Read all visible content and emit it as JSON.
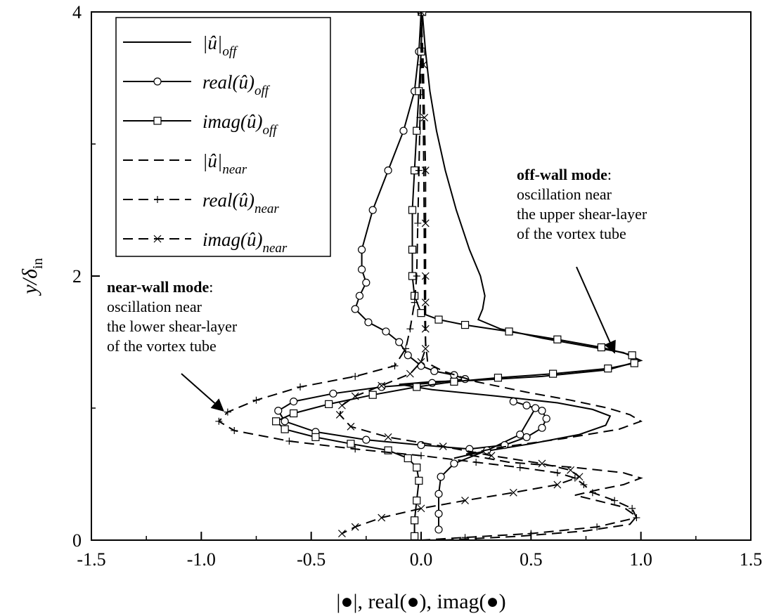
{
  "chart_data": {
    "type": "line",
    "xlabel": "|●|, real(●), imag(●)",
    "ylabel": "y/δ",
    "ylabel_sub": "in",
    "xlim": [
      -1.5,
      1.5
    ],
    "ylim": [
      0,
      4
    ],
    "xticks": [
      "-1.5",
      "-1.0",
      "-0.5",
      "0.0",
      "0.5",
      "1.0",
      "1.5"
    ],
    "yticks": [
      "0",
      "2",
      "4"
    ],
    "grid": false,
    "legend_position": "top-left",
    "series": [
      {
        "name": "|û|off",
        "label_main": "|û|",
        "label_sub": "off",
        "linestyle": "solid",
        "marker": "none",
        "points": [
          [
            0.005,
            4.0
          ],
          [
            0.02,
            3.7
          ],
          [
            0.04,
            3.4
          ],
          [
            0.07,
            3.1
          ],
          [
            0.11,
            2.8
          ],
          [
            0.16,
            2.5
          ],
          [
            0.22,
            2.2
          ],
          [
            0.27,
            2.0
          ],
          [
            0.29,
            1.85
          ],
          [
            0.28,
            1.75
          ],
          [
            0.26,
            1.67
          ],
          [
            0.36,
            1.6
          ],
          [
            0.55,
            1.53
          ],
          [
            0.75,
            1.47
          ],
          [
            0.92,
            1.42
          ],
          [
            1.0,
            1.36
          ],
          [
            0.85,
            1.29
          ],
          [
            0.55,
            1.24
          ],
          [
            0.25,
            1.21
          ],
          [
            0.05,
            1.2
          ],
          [
            -0.1,
            1.18
          ],
          [
            0.05,
            1.14
          ],
          [
            0.35,
            1.09
          ],
          [
            0.62,
            1.04
          ],
          [
            0.78,
            0.99
          ],
          [
            0.86,
            0.94
          ],
          [
            0.84,
            0.87
          ],
          [
            0.72,
            0.8
          ],
          [
            0.5,
            0.73
          ],
          [
            0.28,
            0.67
          ],
          [
            0.15,
            0.62
          ]
        ]
      },
      {
        "name": "real(û)off",
        "label_main": "real(û)",
        "label_sub": "off",
        "linestyle": "solid",
        "marker": "circle",
        "points": [
          [
            0.0,
            4.0
          ],
          [
            -0.01,
            3.7
          ],
          [
            -0.03,
            3.4
          ],
          [
            -0.08,
            3.1
          ],
          [
            -0.15,
            2.8
          ],
          [
            -0.22,
            2.5
          ],
          [
            -0.27,
            2.2
          ],
          [
            -0.27,
            2.05
          ],
          [
            -0.25,
            1.95
          ],
          [
            -0.28,
            1.85
          ],
          [
            -0.3,
            1.75
          ],
          [
            -0.24,
            1.65
          ],
          [
            -0.16,
            1.58
          ],
          [
            -0.1,
            1.5
          ],
          [
            -0.06,
            1.4
          ],
          [
            0.0,
            1.32
          ],
          [
            0.06,
            1.28
          ],
          [
            0.15,
            1.25
          ],
          [
            0.2,
            1.22
          ],
          [
            0.05,
            1.19
          ],
          [
            -0.18,
            1.16
          ],
          [
            -0.4,
            1.11
          ],
          [
            -0.58,
            1.05
          ],
          [
            -0.65,
            0.98
          ],
          [
            -0.62,
            0.9
          ],
          [
            -0.48,
            0.82
          ],
          [
            -0.25,
            0.76
          ],
          [
            0.0,
            0.72
          ],
          [
            0.22,
            0.69
          ],
          [
            0.38,
            0.72
          ],
          [
            0.48,
            0.78
          ],
          [
            0.55,
            0.85
          ],
          [
            0.57,
            0.92
          ],
          [
            0.55,
            0.98
          ],
          [
            0.48,
            1.02
          ],
          [
            0.42,
            1.05
          ],
          [
            0.52,
            1.0
          ],
          [
            0.45,
            0.8
          ],
          [
            0.3,
            0.68
          ],
          [
            0.15,
            0.58
          ],
          [
            0.09,
            0.48
          ],
          [
            0.08,
            0.35
          ],
          [
            0.08,
            0.2
          ],
          [
            0.08,
            0.08
          ]
        ]
      },
      {
        "name": "imag(û)off",
        "label_main": "imag(û)",
        "label_sub": "off",
        "linestyle": "solid",
        "marker": "square",
        "points": [
          [
            0.005,
            4.0
          ],
          [
            0.0,
            3.7
          ],
          [
            -0.01,
            3.4
          ],
          [
            -0.02,
            3.1
          ],
          [
            -0.03,
            2.8
          ],
          [
            -0.04,
            2.5
          ],
          [
            -0.04,
            2.2
          ],
          [
            -0.04,
            2.0
          ],
          [
            -0.03,
            1.85
          ],
          [
            0.0,
            1.72
          ],
          [
            0.08,
            1.67
          ],
          [
            0.2,
            1.63
          ],
          [
            0.4,
            1.58
          ],
          [
            0.62,
            1.52
          ],
          [
            0.82,
            1.46
          ],
          [
            0.96,
            1.4
          ],
          [
            0.97,
            1.34
          ],
          [
            0.85,
            1.3
          ],
          [
            0.6,
            1.26
          ],
          [
            0.35,
            1.23
          ],
          [
            0.15,
            1.2
          ],
          [
            -0.02,
            1.16
          ],
          [
            -0.22,
            1.1
          ],
          [
            -0.42,
            1.03
          ],
          [
            -0.58,
            0.96
          ],
          [
            -0.66,
            0.9
          ],
          [
            -0.62,
            0.84
          ],
          [
            -0.48,
            0.78
          ],
          [
            -0.32,
            0.73
          ],
          [
            -0.15,
            0.68
          ],
          [
            -0.06,
            0.62
          ],
          [
            -0.02,
            0.55
          ],
          [
            -0.01,
            0.45
          ],
          [
            -0.02,
            0.3
          ],
          [
            -0.03,
            0.15
          ],
          [
            -0.03,
            0.03
          ]
        ]
      },
      {
        "name": "|û|near",
        "label_main": "|û|",
        "label_sub": "near",
        "linestyle": "dashed",
        "marker": "none",
        "points": [
          [
            0.0,
            4.0
          ],
          [
            0.005,
            3.6
          ],
          [
            0.01,
            3.2
          ],
          [
            0.012,
            2.8
          ],
          [
            0.014,
            2.4
          ],
          [
            0.015,
            2.0
          ],
          [
            0.016,
            1.7
          ],
          [
            0.02,
            1.5
          ],
          [
            0.03,
            1.34
          ],
          [
            0.1,
            1.28
          ],
          [
            0.25,
            1.2
          ],
          [
            0.48,
            1.12
          ],
          [
            0.68,
            1.06
          ],
          [
            0.85,
            1.0
          ],
          [
            0.95,
            0.95
          ],
          [
            1.0,
            0.9
          ],
          [
            0.9,
            0.84
          ],
          [
            0.65,
            0.77
          ],
          [
            0.35,
            0.7
          ],
          [
            0.2,
            0.65
          ],
          [
            0.4,
            0.59
          ],
          [
            0.7,
            0.55
          ],
          [
            0.92,
            0.51
          ],
          [
            1.0,
            0.47
          ],
          [
            0.92,
            0.42
          ],
          [
            0.8,
            0.38
          ],
          [
            0.7,
            0.34
          ],
          [
            0.8,
            0.3
          ],
          [
            0.92,
            0.25
          ],
          [
            0.98,
            0.18
          ],
          [
            0.95,
            0.12
          ],
          [
            0.75,
            0.07
          ],
          [
            0.45,
            0.03
          ],
          [
            0.1,
            0.0
          ]
        ]
      },
      {
        "name": "real(û)near",
        "label_main": "real(û)",
        "label_sub": "near",
        "linestyle": "dashed",
        "marker": "plus",
        "points": [
          [
            0.0,
            4.0
          ],
          [
            0.0,
            3.6
          ],
          [
            -0.005,
            3.2
          ],
          [
            -0.01,
            2.8
          ],
          [
            -0.015,
            2.4
          ],
          [
            -0.02,
            2.0
          ],
          [
            -0.03,
            1.8
          ],
          [
            -0.05,
            1.6
          ],
          [
            -0.07,
            1.45
          ],
          [
            -0.12,
            1.32
          ],
          [
            -0.3,
            1.24
          ],
          [
            -0.55,
            1.16
          ],
          [
            -0.75,
            1.06
          ],
          [
            -0.88,
            0.97
          ],
          [
            -0.92,
            0.9
          ],
          [
            -0.85,
            0.83
          ],
          [
            -0.6,
            0.75
          ],
          [
            -0.3,
            0.69
          ],
          [
            0.0,
            0.64
          ],
          [
            0.25,
            0.59
          ],
          [
            0.45,
            0.55
          ],
          [
            0.62,
            0.51
          ],
          [
            0.7,
            0.47
          ],
          [
            0.74,
            0.42
          ],
          [
            0.78,
            0.36
          ],
          [
            0.88,
            0.3
          ],
          [
            0.96,
            0.24
          ],
          [
            0.98,
            0.17
          ],
          [
            0.8,
            0.1
          ],
          [
            0.5,
            0.05
          ],
          [
            0.2,
            0.02
          ],
          [
            0.0,
            0.0
          ]
        ]
      },
      {
        "name": "imag(û)near",
        "label_main": "imag(û)",
        "label_sub": "near",
        "linestyle": "dashed",
        "marker": "cross",
        "points": [
          [
            0.0,
            4.0
          ],
          [
            0.01,
            3.6
          ],
          [
            0.015,
            3.2
          ],
          [
            0.02,
            2.8
          ],
          [
            0.02,
            2.4
          ],
          [
            0.02,
            2.0
          ],
          [
            0.02,
            1.8
          ],
          [
            0.02,
            1.6
          ],
          [
            0.02,
            1.45
          ],
          [
            0.0,
            1.35
          ],
          [
            -0.05,
            1.26
          ],
          [
            -0.18,
            1.17
          ],
          [
            -0.3,
            1.09
          ],
          [
            -0.36,
            1.02
          ],
          [
            -0.37,
            0.95
          ],
          [
            -0.32,
            0.86
          ],
          [
            -0.15,
            0.78
          ],
          [
            0.1,
            0.71
          ],
          [
            0.32,
            0.64
          ],
          [
            0.55,
            0.58
          ],
          [
            0.68,
            0.53
          ],
          [
            0.72,
            0.48
          ],
          [
            0.62,
            0.42
          ],
          [
            0.42,
            0.36
          ],
          [
            0.2,
            0.3
          ],
          [
            0.0,
            0.24
          ],
          [
            -0.18,
            0.17
          ],
          [
            -0.3,
            0.1
          ],
          [
            -0.36,
            0.05
          ]
        ]
      }
    ],
    "annotations": [
      {
        "bold": "near-wall mode",
        "lines": [
          "oscillation near",
          "the lower shear-layer",
          "of the vortex tube"
        ],
        "arrow_to": [
          -0.9,
          0.98
        ]
      },
      {
        "bold": "off-wall mode",
        "lines": [
          "oscillation near",
          "the upper shear-layer",
          "of the vortex tube"
        ],
        "arrow_to": [
          0.88,
          1.42
        ]
      }
    ]
  }
}
